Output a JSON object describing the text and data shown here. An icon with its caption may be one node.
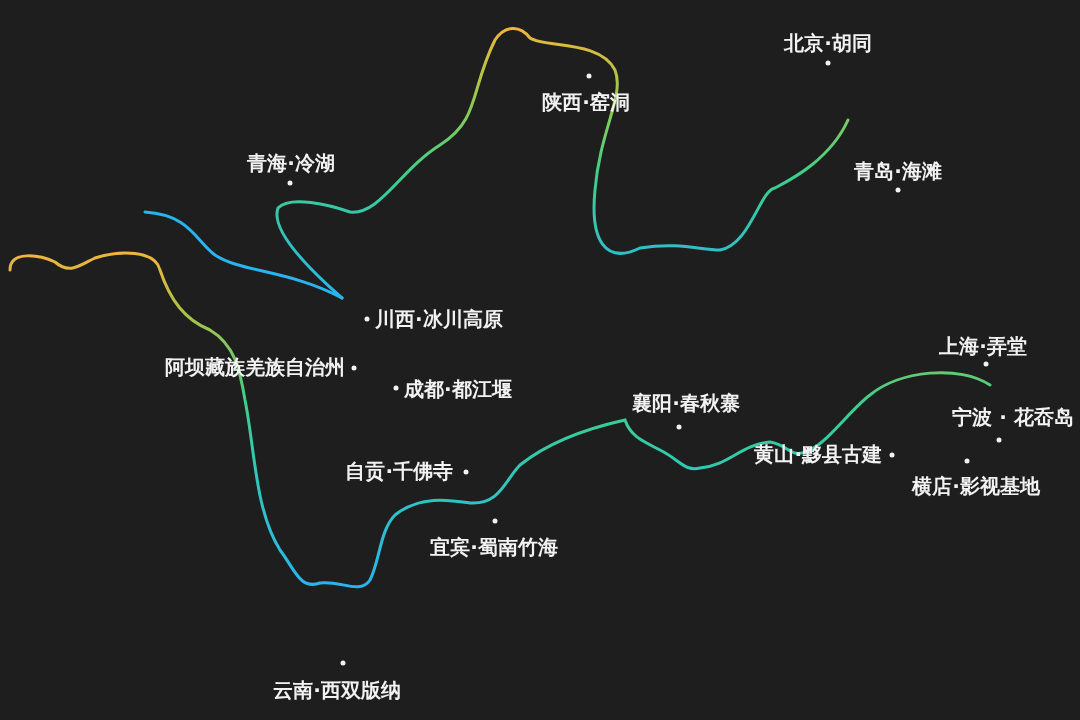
{
  "diagram": {
    "labels": [
      "北京·胡同",
      "陕西·窑洞",
      "青海·冷湖",
      "青岛·海滩",
      "川西·冰川高原",
      "上海·弄堂",
      "阿坝藏族羌族自治州",
      "成都·都江堰",
      "襄阳·春秋寨",
      "宁波 · 花岙岛",
      "黄山·黟县古建",
      "自贡·千佛寺",
      "横店·影视基地",
      "宜宾·蜀南竹海",
      "云南·西双版纳"
    ]
  }
}
